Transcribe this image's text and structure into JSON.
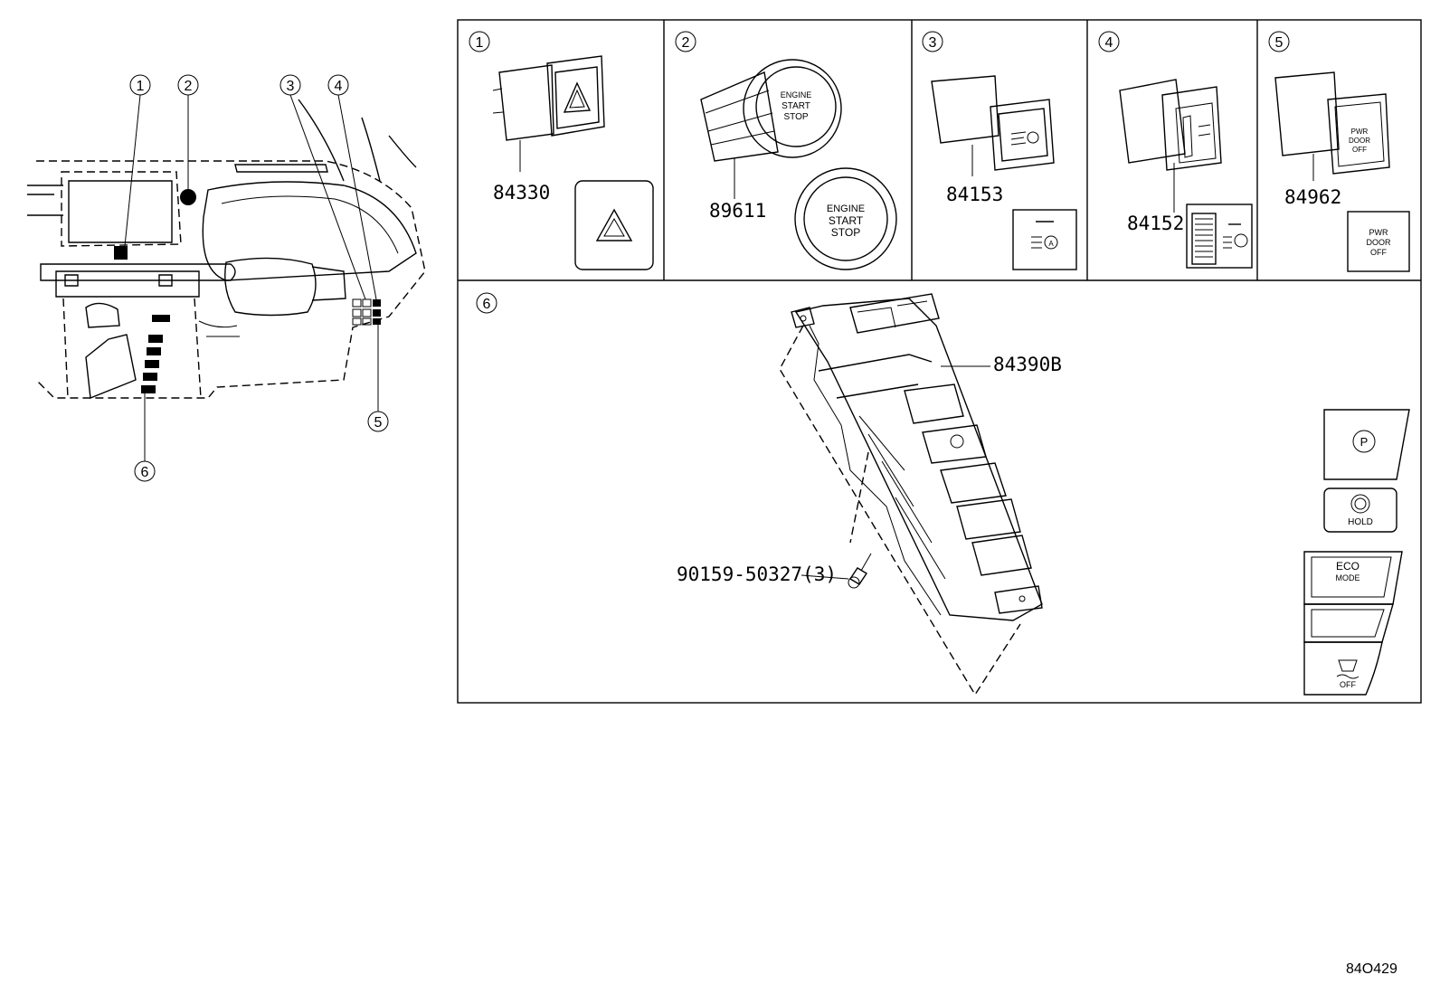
{
  "diagram_code": "84O429",
  "callout_numbers": [
    "1",
    "2",
    "3",
    "4",
    "5",
    "6"
  ],
  "panels": [
    {
      "num": "1",
      "part": "84330",
      "symbol": "hazard-triangle"
    },
    {
      "num": "2",
      "part": "89611",
      "button_text": [
        "ENGINE",
        "START",
        "STOP"
      ]
    },
    {
      "num": "3",
      "part": "84153",
      "symbol": "auto-high-beam"
    },
    {
      "num": "4",
      "part": "84152",
      "symbol": "headlight-leveling"
    },
    {
      "num": "5",
      "part": "84962",
      "button_text": [
        "PWR",
        "DOOR",
        "OFF"
      ]
    },
    {
      "num": "6",
      "part": "84390B",
      "screw": "90159-50327(3)"
    }
  ],
  "switch_faces": {
    "parking_brake": "(P)",
    "hold_label": "HOLD",
    "eco_label": "ECO",
    "eco_mode_label": "MODE",
    "traction_off_label": "OFF"
  }
}
